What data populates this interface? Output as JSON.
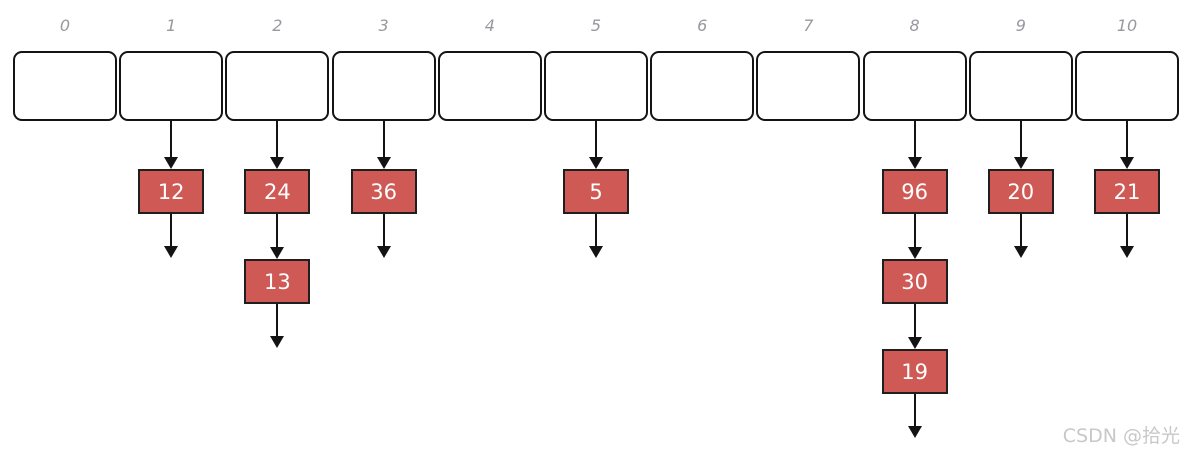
{
  "diagram": {
    "kind": "hash-table-separate-chaining"
  },
  "watermark": "CSDN @拾光",
  "colors": {
    "background": "#FFFFFF",
    "node_fill": "#CF5A55",
    "node_border": "#1F1F1F",
    "bucket_fill": "#FFFFFF",
    "bucket_border": "#141414",
    "index_label": "#98989E",
    "arrow": "#131313",
    "watermark_color": "#C8C8C8"
  },
  "buckets": [
    {
      "index": "0",
      "chain": []
    },
    {
      "index": "1",
      "chain": [
        "12"
      ]
    },
    {
      "index": "2",
      "chain": [
        "24",
        "13"
      ]
    },
    {
      "index": "3",
      "chain": [
        "36"
      ]
    },
    {
      "index": "4",
      "chain": []
    },
    {
      "index": "5",
      "chain": [
        "5"
      ]
    },
    {
      "index": "6",
      "chain": []
    },
    {
      "index": "7",
      "chain": []
    },
    {
      "index": "8",
      "chain": [
        "96",
        "30",
        "19"
      ]
    },
    {
      "index": "9",
      "chain": [
        "20"
      ]
    },
    {
      "index": "10",
      "chain": [
        "21"
      ]
    }
  ]
}
